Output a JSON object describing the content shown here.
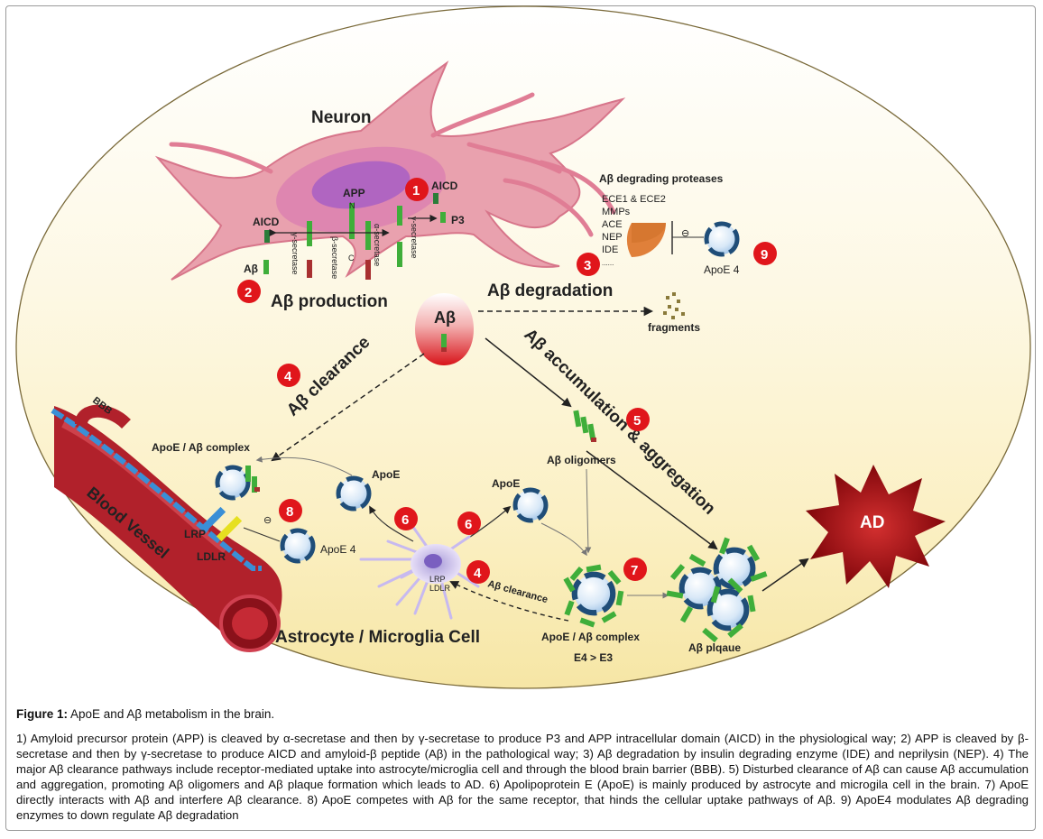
{
  "labels": {
    "neuron": "Neuron",
    "app": "APP",
    "n": "N",
    "c": "C",
    "aicd_left": "AICD",
    "aicd_right": "AICD",
    "p3": "P3",
    "abeta_small": "Aβ",
    "beta_secretase": "β-secretase",
    "alpha_secretase": "α-secretase",
    "gamma_secretase_left": "γ-secretase",
    "gamma_secretase_right": "γ-secretase",
    "production": "Aβ production",
    "degradation": "Aβ degradation",
    "degrading_proteases": "Aβ degrading proteases",
    "proteases": [
      "ECE1 & ECE2",
      "MMPs",
      "ACE",
      "NEP",
      "IDE",
      "......"
    ],
    "inhibit_symbol": "⊖",
    "apoe4_top": "ApoE 4",
    "fragments": "fragments",
    "abeta_center": "Aβ",
    "clearance": "Aβ clearance",
    "accumulation": "Aβ accumulation & aggregation",
    "oligomers": "Aβ oligomers",
    "bbb": "BBB",
    "blood_vessel": "Blood Vessel",
    "complex_left": "ApoE / Aβ complex",
    "lrp": "LRP",
    "ldlr": "LDLR",
    "apoe4_bottom": "ApoE 4",
    "apoe_left": "ApoE",
    "apoe_right": "ApoE",
    "cell_lrp": "LRP",
    "cell_ldlr": "LDLR",
    "small_clearance": "Aβ clearance",
    "complex_bottom": "ApoE / Aβ complex",
    "e4e3": "E4 > E3",
    "plaque": "Aβ plqaue",
    "ad": "AD",
    "astrocyte": "Astrocyte / Microglia Cell",
    "num1": "1",
    "num2": "2",
    "num3": "3",
    "num4a": "4",
    "num4b": "4",
    "num5": "5",
    "num6a": "6",
    "num6b": "6",
    "num7": "7",
    "num8": "8",
    "num9": "9"
  },
  "caption": {
    "title_bold": "Figure 1:",
    "title_text": " ApoE and Aβ metabolism in the brain.",
    "body": "1) Amyloid precursor protein (APP) is cleaved by α-secretase and then by γ-secretase to produce P3 and APP intracellular domain (AICD) in the physiological way; 2) APP is cleaved by β-secretase and then by γ-secretase to produce AICD and amyloid-β peptide (Aβ) in the pathological way; 3) Aβ degradation by insulin degrading enzyme (IDE) and neprilysin (NEP). 4) The major Aβ clearance pathways include receptor-mediated uptake into astrocyte/microglia cell and through the blood brain barrier (BBB). 5) Disturbed clearance of Aβ can cause Aβ accumulation and aggregation, promoting Aβ oligomers and Aβ plaque formation which leads to AD. 6) Apolipoprotein E (ApoE) is mainly produced by astrocyte and microgila cell in the brain. 7) ApoE directly interacts with Aβ and interfere Aβ clearance. 8) ApoE competes with Aβ for the same receptor, that hinds the cellular uptake pathways of Aβ. 9) ApoE4 modulates Aβ degrading enzymes to down regulate Aβ degradation"
  },
  "colors": {
    "badge": "#e0161b",
    "neuron": "#e7899f",
    "vessel": "#b1212b",
    "bbb": "#3a8fd6",
    "apoe_ring": "#1f4d78",
    "abeta_green": "#3fae3a",
    "ad": "#b01015"
  }
}
